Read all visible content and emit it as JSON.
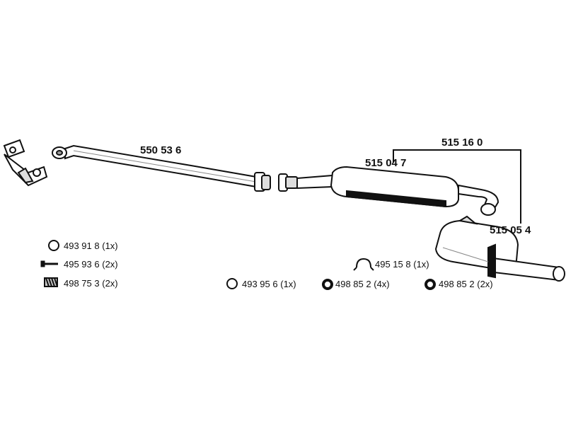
{
  "parts": {
    "front_pipe": "550 53 6",
    "assembly": "515 16 0",
    "middle_silencer": "515 04 7",
    "rear_silencer": "515 05 4"
  },
  "accessories": [
    {
      "icon": "ring-clamp-icon",
      "code": "493 91 8",
      "qty": "(1x)"
    },
    {
      "icon": "bolt-icon",
      "code": "495 93 6",
      "qty": "(2x)"
    },
    {
      "icon": "spring-icon",
      "code": "498 75 3",
      "qty": "(2x)"
    },
    {
      "icon": "ring-clamp-icon",
      "code": "493 95 6",
      "qty": "(1x)"
    },
    {
      "icon": "rubber-ring-icon",
      "code": "498 85 2",
      "qty": "(4x)"
    },
    {
      "icon": "u-clamp-icon",
      "code": "495 15 8",
      "qty": "(1x)"
    },
    {
      "icon": "rubber-ring-icon",
      "code": "498 85 2",
      "qty": "(2x)"
    }
  ]
}
